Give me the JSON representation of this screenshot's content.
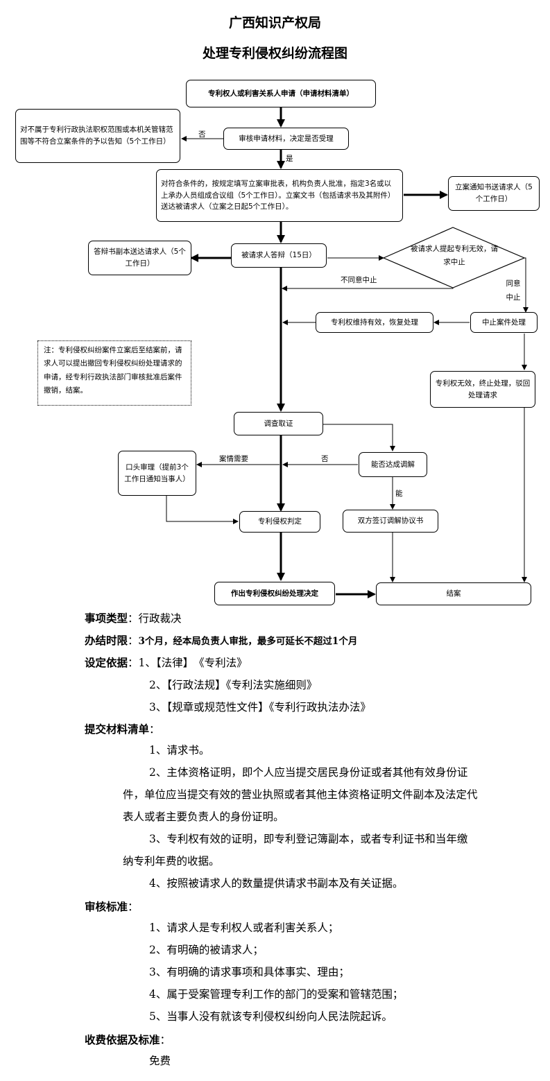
{
  "header": {
    "org": "广西知识产权局",
    "title": "处理专利侵权纠纷流程图"
  },
  "flow": {
    "apply": "专利权人或利害关系人申请（申请材料清单）",
    "reject": "对不属于专利行政执法职权范围或本机关管辖范围等不符合立案条件的予以告知（5个工作日）",
    "review": "审核申请材料，决定是否受理",
    "no1": "否",
    "yes1": "是",
    "register": "对符合条件的，按规定填写立案审批表，机构负责人批准，指定3名或以上承办人员组成合议组（5个工作日）。立案文书（包括请求书及其附件）送达被请求人（立案之日起5个工作日）。",
    "notify": "立案通知书送请求人（5个工作日）",
    "defense": "被请求人答辩（15日）",
    "defense_copy": "答辩书副本送达请求人（5个工作日）",
    "invalid_diamond": "被请求人提起专利无效，请求中止",
    "disagree": "不同意中止",
    "agree": "同意中止",
    "resume": "专利权维持有效，恢复处理",
    "suspend": "中止案件处理",
    "terminate": "专利权无效，终止处理，驳回处理请求",
    "note": "注：专利侵权纠纷案件立案后至结案前，请求人可以提出撤回专利侵权纠纷处理请求的申请，经专利行政执法部门审核批准后案件撤销，结案。",
    "investigate": "调查取证",
    "hearing": "口头审理（提前3个工作日通知当事人）",
    "need": "案情需要",
    "no2": "否",
    "mediate_q": "能否达成调解",
    "yes2": "能",
    "judge": "专利侵权判定",
    "mediate_sign": "双方签订调解协议书",
    "decide": "作出专利侵权纠纷处理决定",
    "close": "结案"
  },
  "info": {
    "type_k": "事项类型",
    "type_v": "行政裁决",
    "time_k": "办结时限",
    "time_v": "3个月，经本局负责人审批，最多可延长不超过1个月",
    "basis_k": "设定依据",
    "basis": [
      "1、【法律】　《专利法》",
      "2、【行政法规】《专利法实施细则》",
      "3、【规章或规范性文件】《专利行政执法办法》"
    ],
    "materials_k": "提交材料清单",
    "materials": [
      "1、请求书。",
      "2、主体资格证明，即个人应当提交居民身份证或者其他有效身份证件，单位应当提交有效的营业执照或者其他主体资格证明文件副本及法定代表人或者主要负责人的身份证明。",
      "3、专利权有效的证明，即专利登记簿副本，或者专利证书和当年缴纳专利年费的收据。",
      "4、按照被请求人的数量提供请求书副本及有关证据。"
    ],
    "standard_k": "审核标准",
    "standard": [
      "1、请求人是专利权人或者利害关系人；",
      "2、有明确的被请求人；",
      "3、有明确的请求事项和具体事实、理由；",
      "4、属于受案管理专利工作的部门的受案和管辖范围；",
      "5、当事人没有就该专利侵权纠纷向人民法院起诉。"
    ],
    "fee_k": "收费依据及标准",
    "fee_v": "免费"
  }
}
